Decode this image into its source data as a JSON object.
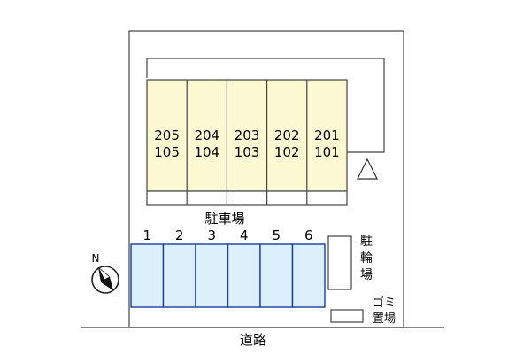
{
  "building": {
    "units": [
      {
        "upper": "205",
        "lower": "105"
      },
      {
        "upper": "204",
        "lower": "104"
      },
      {
        "upper": "203",
        "lower": "103"
      },
      {
        "upper": "202",
        "lower": "102"
      },
      {
        "upper": "201",
        "lower": "101"
      }
    ]
  },
  "parking": {
    "label": "駐車場",
    "spaces": [
      "1",
      "2",
      "3",
      "4",
      "5",
      "6"
    ]
  },
  "bicycle_parking": {
    "label_chars": [
      "駐",
      "輪",
      "場"
    ]
  },
  "garbage": {
    "line1": "ゴミ",
    "line2": "置場"
  },
  "road": {
    "label": "道路"
  },
  "compass": {
    "north_label": "N"
  },
  "colors": {
    "building_fill": "#fcf8d2",
    "parking_fill": "#dcf0fb",
    "parking_stroke": "#1a3ea0",
    "lot_border": "#333333"
  }
}
